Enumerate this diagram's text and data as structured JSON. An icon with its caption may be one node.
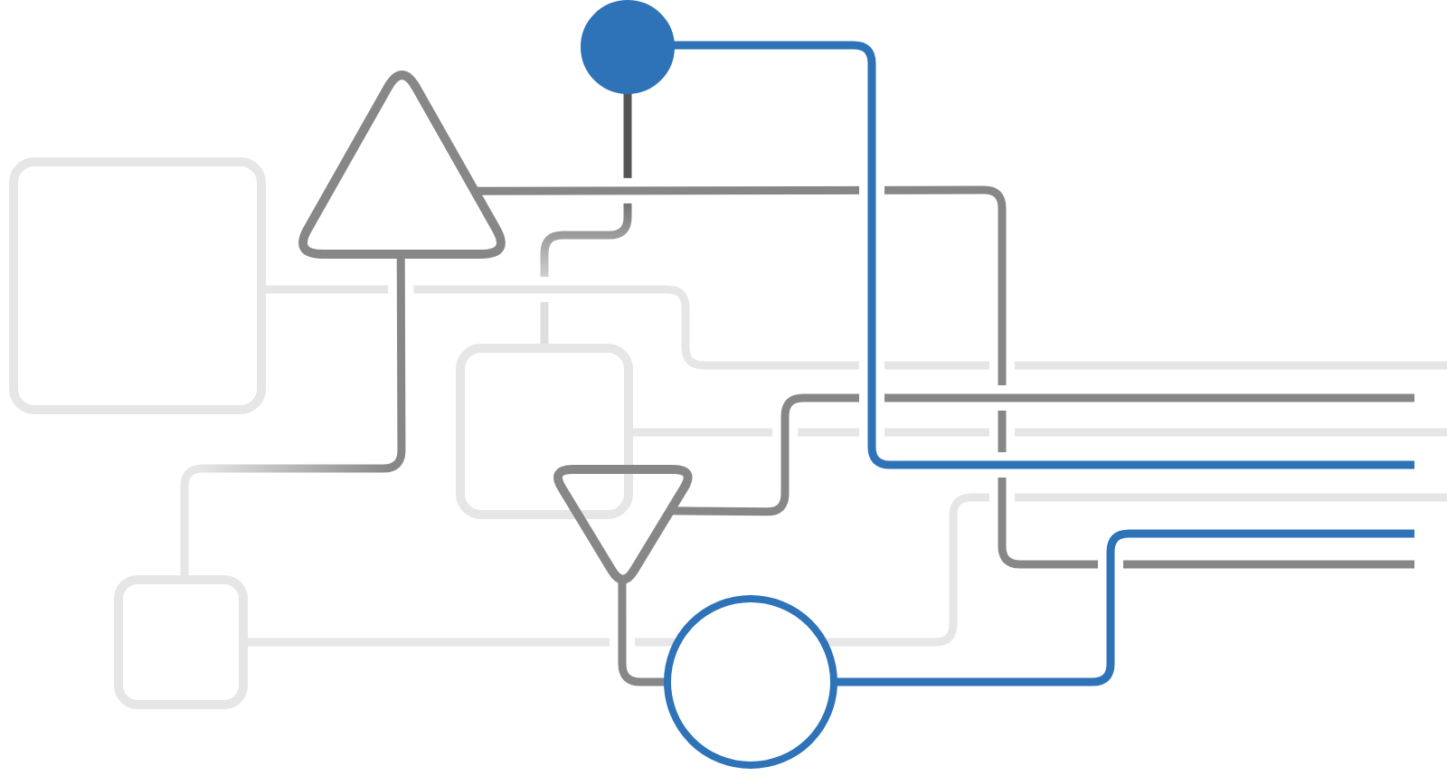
{
  "diagram": {
    "nodes": [
      {
        "text": [],
        "shape": "circle"
      },
      {
        "text": [],
        "shape": "triangle"
      },
      {
        "text": [],
        "shape": "box"
      },
      {
        "text": [],
        "shape": "box"
      },
      {
        "text": [],
        "shape": "triangle"
      },
      {
        "text": [],
        "shape": "box"
      },
      {
        "text": [],
        "shape": "circle"
      }
    ],
    "edges": [
      {
        "from": 0,
        "to": null,
        "arrow": "none",
        "color": "#2e72b8"
      },
      {
        "from": 0,
        "to": 3,
        "arrow": "none",
        "color": "#555555"
      },
      {
        "from": 1,
        "to": null,
        "arrow": "none",
        "color": "#878787"
      },
      {
        "from": 1,
        "to": 5,
        "arrow": "none",
        "color": "#878787"
      },
      {
        "from": 2,
        "to": null,
        "arrow": "none",
        "color": "#e6e6e6"
      },
      {
        "from": 3,
        "to": null,
        "arrow": "none",
        "color": "#e6e6e6"
      },
      {
        "from": 4,
        "to": null,
        "arrow": "none",
        "color": "#878787"
      },
      {
        "from": 4,
        "to": 6,
        "arrow": "none",
        "color": "#878787"
      },
      {
        "from": 5,
        "to": 6,
        "arrow": "none",
        "color": "#e6e6e6"
      },
      {
        "from": 6,
        "to": null,
        "arrow": "none",
        "color": "#e6e6e6"
      },
      {
        "from": 6,
        "to": null,
        "arrow": "none",
        "color": "#2e72b8"
      }
    ]
  }
}
